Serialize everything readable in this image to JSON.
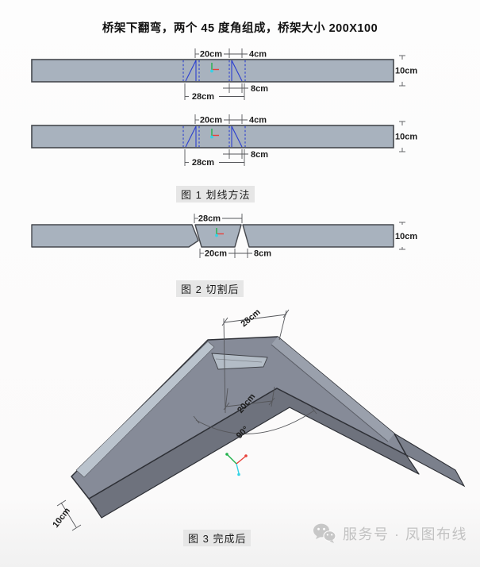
{
  "title": "桥架下翻弯，两个 45 度角组成，桥架大小 200X100",
  "figure1": {
    "caption": "图 1 划线方法",
    "top_width": "20cm",
    "top_offset": "4cm",
    "bottom_offset": "8cm",
    "bottom_width": "28cm",
    "height": "10cm"
  },
  "figure2": {
    "caption": "图 2 切割后",
    "top_width": "28cm",
    "bottom_width": "20cm",
    "bottom_offset": "8cm",
    "height": "10cm"
  },
  "figure3": {
    "caption": "图 3 完成后",
    "top_width": "28cm",
    "inner_width": "20cm",
    "angle": "90°",
    "height": "10cm"
  },
  "watermark": {
    "label": "服务号 · 凤图布线"
  },
  "colors": {
    "bar_fill": "#a8b2be",
    "bar_stroke": "#45484e",
    "mark_blue": "#2b3fd0",
    "tray_top": "#868b98",
    "tray_wall": "#6e727d",
    "tray_light": "#bac3cd",
    "axis_green": "#22b14c",
    "axis_red": "#e8413a",
    "axis_cyan": "#35d3e6"
  }
}
